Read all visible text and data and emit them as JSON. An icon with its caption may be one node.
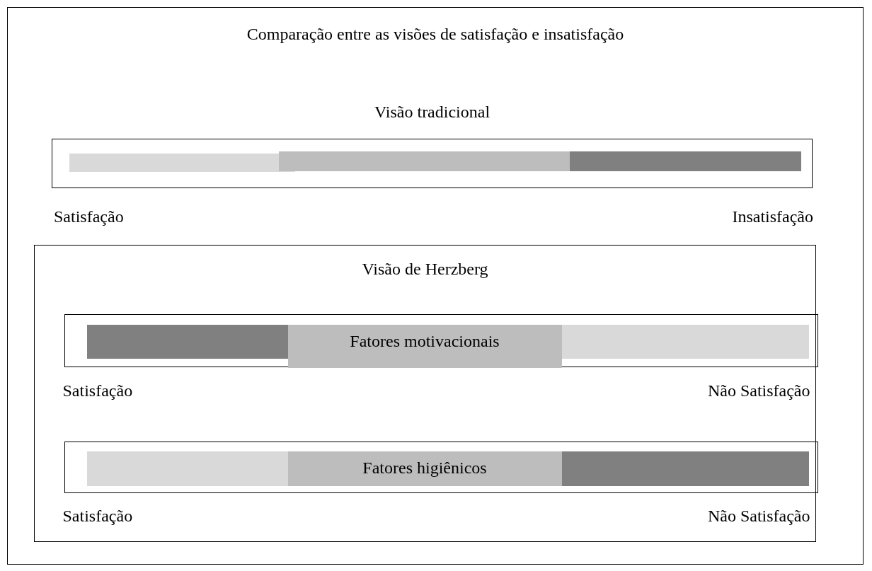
{
  "diagram": {
    "title": "Comparação entre as visões de satisfação e insatisfação",
    "nodes": [
      {
        "text": [
          "Visão tradicional"
        ],
        "beside": [
          "Satisfação",
          "Insatisfação"
        ]
      },
      {
        "text": [
          "Visão de Herzberg"
        ]
      },
      {
        "text": [
          "Fatores motivacionais"
        ],
        "in": 1,
        "beside": [
          "Satisfação",
          "Não Satisfação"
        ]
      },
      {
        "text": [
          "Fatores higiênicos"
        ],
        "in": 1,
        "beside": [
          "Satisfação",
          "Não Satisfação"
        ]
      }
    ]
  }
}
